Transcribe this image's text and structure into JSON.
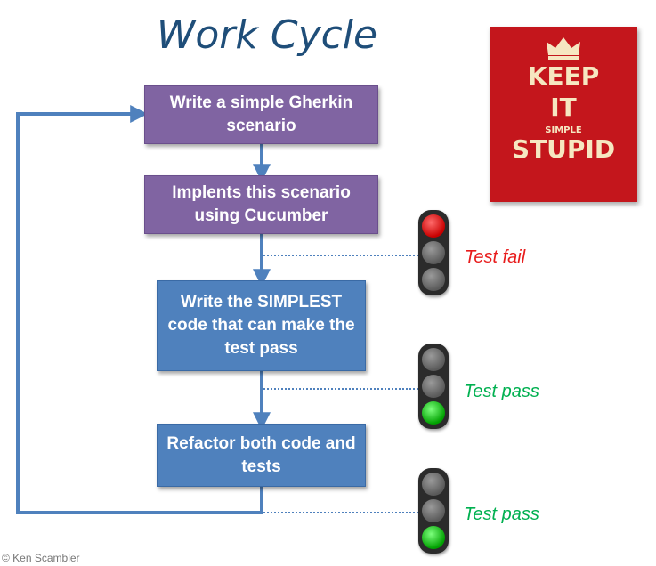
{
  "title": "Work Cycle",
  "steps": [
    {
      "text": "Write a simple Gherkin scenario",
      "color": "#8064a2"
    },
    {
      "text": "Implents this scenario using Cucumber",
      "color": "#8064a2"
    },
    {
      "text": "Write the SIMPLEST code that can make the test pass",
      "color": "#4f81bd"
    },
    {
      "text": "Refactor both code and tests",
      "color": "#4f81bd"
    }
  ],
  "status": [
    {
      "label": "Test fail",
      "color": "#e81c1c",
      "lit": "red"
    },
    {
      "label": "Test pass",
      "color": "#00b050",
      "lit": "green"
    },
    {
      "label": "Test pass",
      "color": "#00b050",
      "lit": "green"
    }
  ],
  "poster": {
    "lines": [
      "KEEP",
      "IT",
      "SIMPLE",
      "STUPID"
    ],
    "background": "#c4161c",
    "icon": "crown-icon"
  },
  "credit": "© Ken Scambler"
}
